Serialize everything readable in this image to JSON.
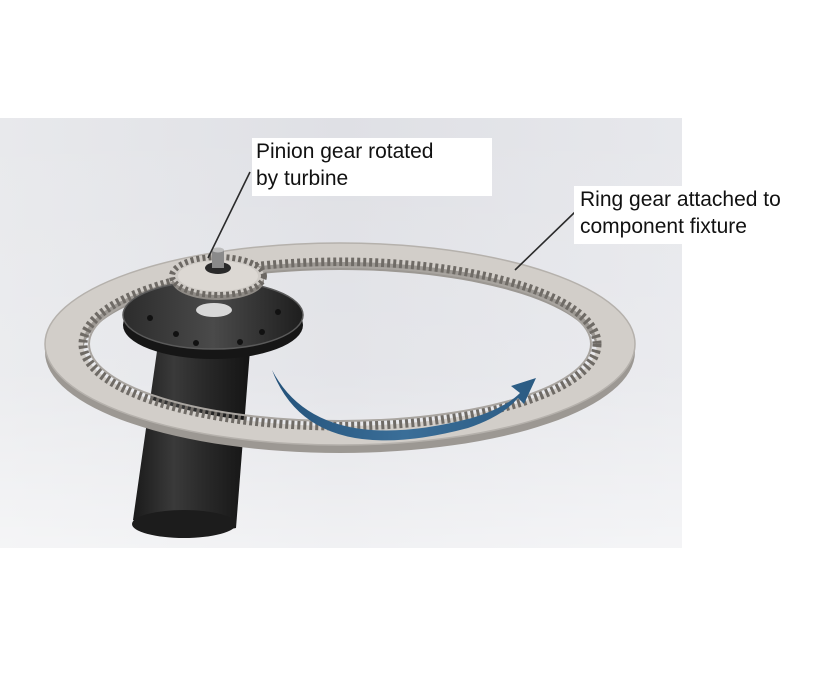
{
  "labels": {
    "pinion_line1": "Pinion gear rotated",
    "pinion_line2": "by turbine",
    "ring_line1": "Ring gear attached to",
    "ring_line2": "component fixture"
  },
  "components": [
    {
      "name": "ring-gear",
      "depicted": "ring gear"
    },
    {
      "name": "pinion-gear",
      "depicted": "pinion gear"
    },
    {
      "name": "turbine-housing",
      "depicted": "cylindrical housing"
    },
    {
      "name": "rotation-arrow",
      "depicted": "rotation direction arrow"
    }
  ],
  "colors": {
    "background_grey": "#e3e4e8",
    "ring_face": "#cfcbc6",
    "ring_edge": "#9c9893",
    "housing_dark": "#252525",
    "arrow_blue": "#2f5f87",
    "leader_line": "#2b2b2b"
  }
}
